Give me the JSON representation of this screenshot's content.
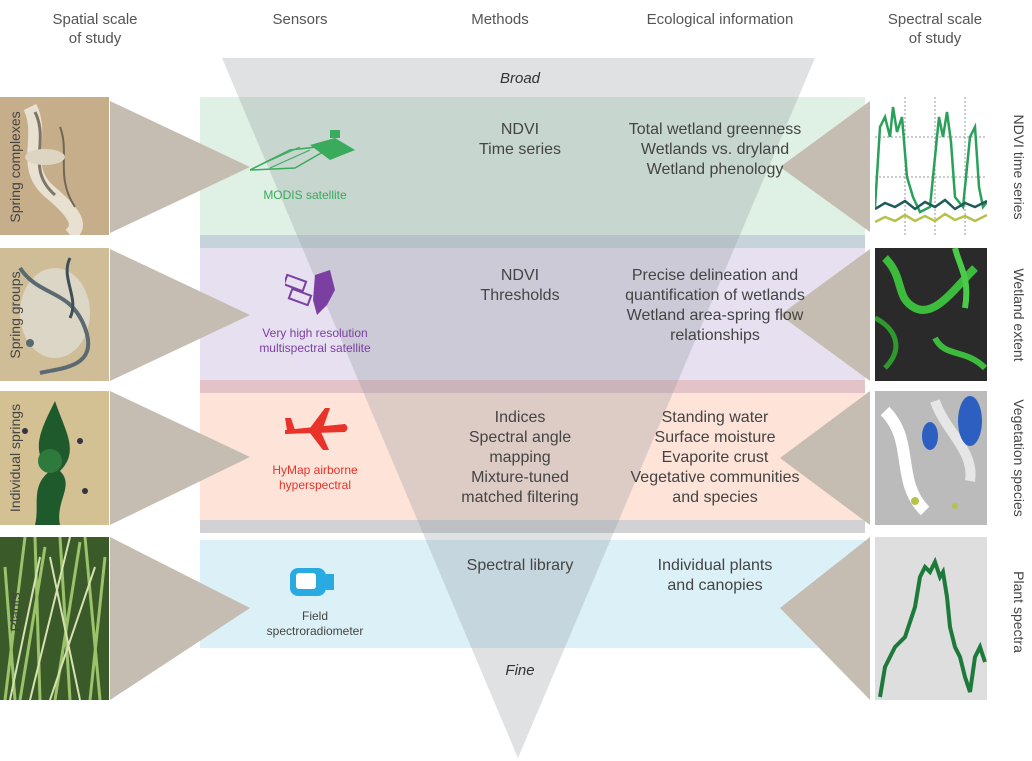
{
  "headers": {
    "spatial": "Spatial scale\nof study",
    "sensors": "Sensors",
    "methods": "Methods",
    "ecological": "Ecological information",
    "spectral": "Spectral scale\nof study"
  },
  "scale": {
    "top": "Broad",
    "bottom": "Fine"
  },
  "rows": [
    {
      "spatial_label": "Spring complexes",
      "sensor": "MODIS satellite",
      "sensor_color": "#3aaa5c",
      "band_color": "#dff0e4",
      "methods": "NDVI\nTime series",
      "ecological": "Total wetland greenness\nWetlands vs. dryland\nWetland phenology",
      "spectral_label": "NDVI time series",
      "icon": "satellite-icon"
    },
    {
      "spatial_label": "Spring groups",
      "sensor": "Very high resolution\nmultispectral satellite",
      "sensor_color": "#7a3fa0",
      "band_color": "#e6e0f0",
      "methods": "NDVI\nThresholds",
      "ecological": "Precise delineation and\nquantification of wetlands\nWetland area-spring flow\nrelationships",
      "spectral_label": "Wetland extent",
      "icon": "satellite-icon"
    },
    {
      "spatial_label": "Individual springs",
      "sensor": "HyMap airborne\nhyperspectral",
      "sensor_color": "#e8322a",
      "band_color": "#fde3d8",
      "methods": "Indices\nSpectral angle\nmapping\nMixture-tuned\nmatched filtering",
      "ecological": "Standing water\nSurface moisture\nEvaporite crust\nVegetative communities\nand species",
      "spectral_label": "Vegetation species",
      "icon": "airplane-icon"
    },
    {
      "spatial_label": "Plants",
      "sensor": "Field\nspectroradiometer",
      "sensor_color": "#444444",
      "band_color": "#dcf0f8",
      "methods": "Spectral library",
      "ecological": "Individual plants\nand canopies",
      "spectral_label": "Plant spectra",
      "icon": "spectroradiometer-icon"
    }
  ]
}
